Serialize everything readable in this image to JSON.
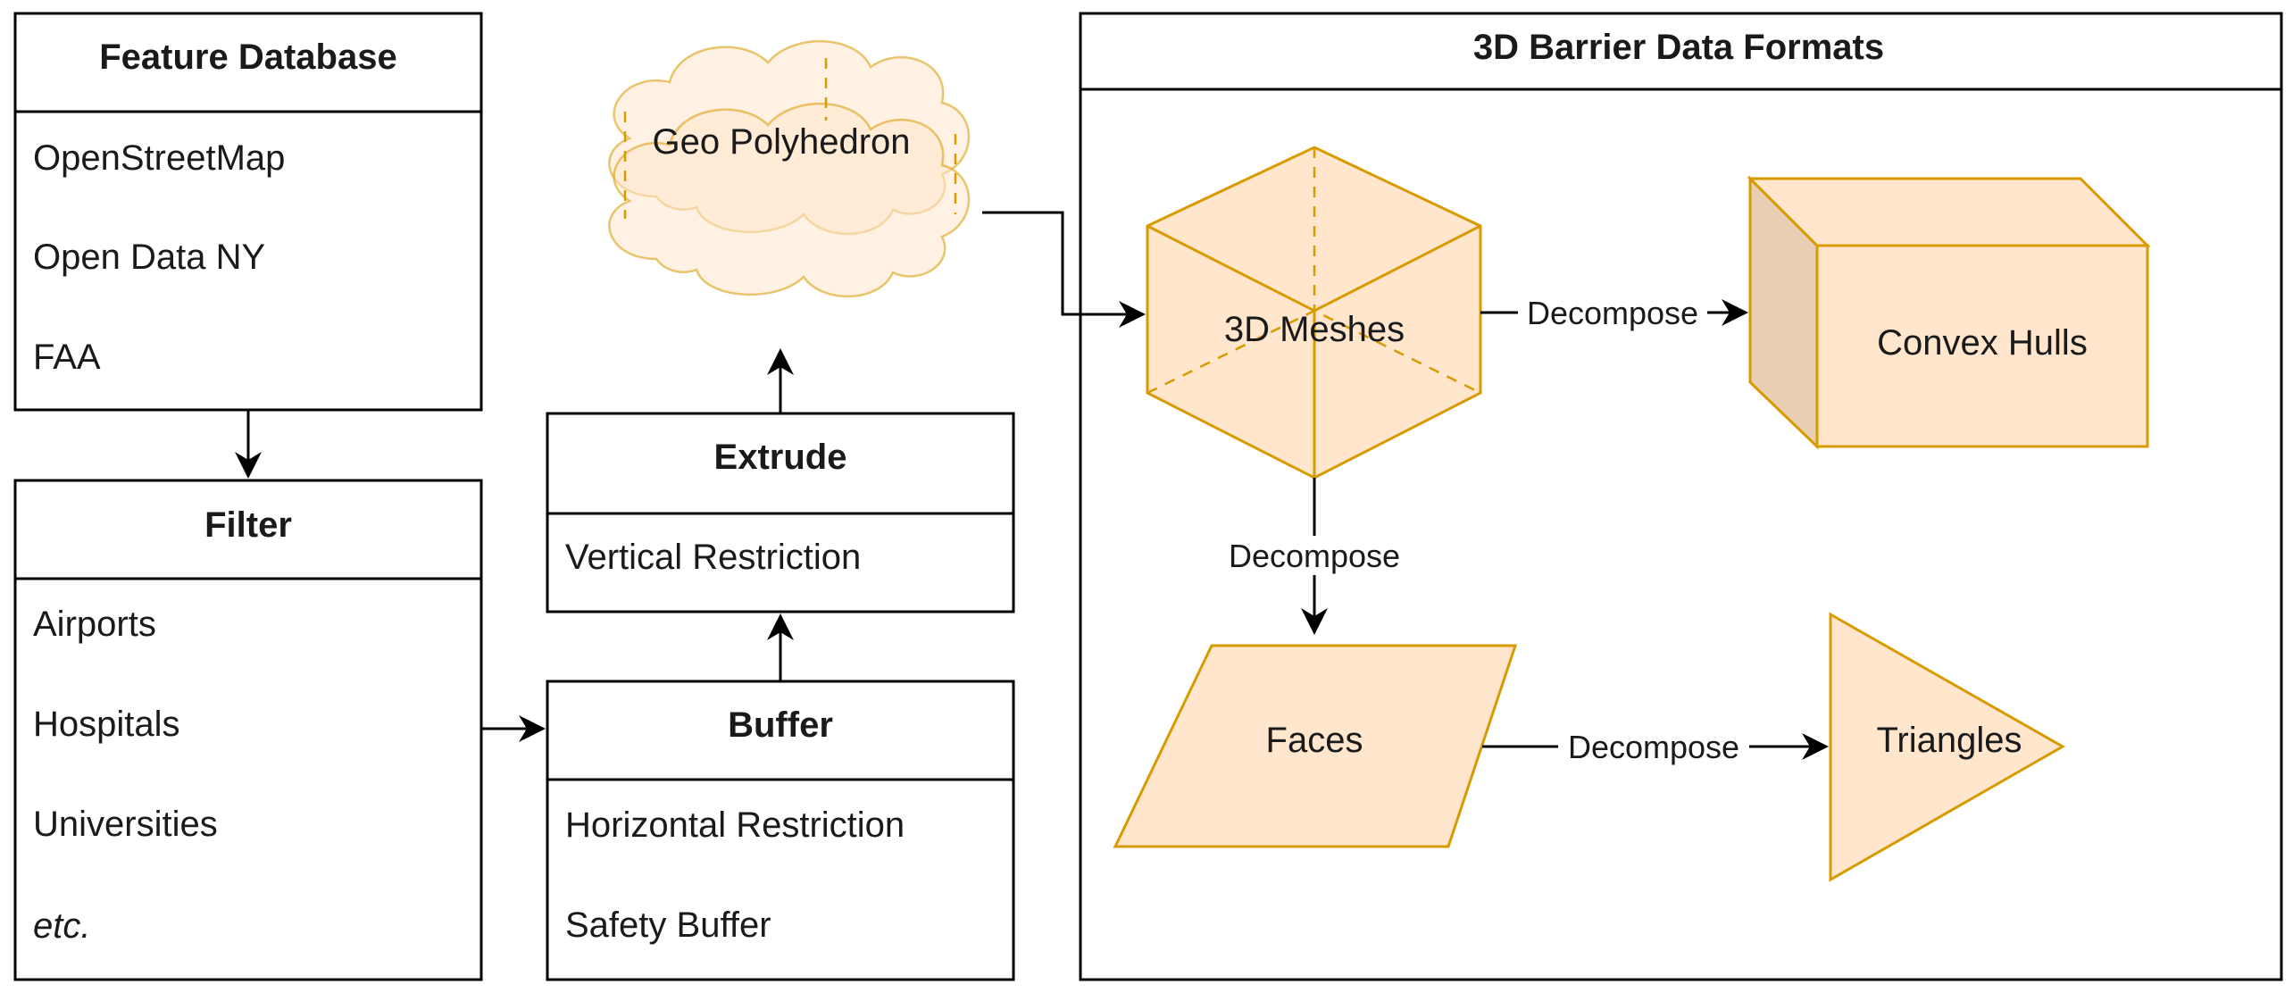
{
  "feature_database": {
    "title": "Feature Database",
    "items": [
      "OpenStreetMap",
      "Open Data NY",
      "FAA"
    ]
  },
  "filter": {
    "title": "Filter",
    "items": [
      "Airports",
      "Hospitals",
      "Universities",
      "etc."
    ]
  },
  "buffer": {
    "title": "Buffer",
    "items": [
      "Horizontal Restriction",
      "Safety Buffer"
    ]
  },
  "extrude": {
    "title": "Extrude",
    "items": [
      "Vertical Restriction"
    ]
  },
  "geo_polyhedron": {
    "label": "Geo Polyhedron"
  },
  "formats": {
    "title": "3D Barrier Data Formats",
    "meshes": "3D Meshes",
    "convex_hulls": "Convex Hulls",
    "faces": "Faces",
    "triangles": "Triangles"
  },
  "edges": {
    "meshes_to_hulls": "Decompose",
    "meshes_to_faces": "Decompose",
    "faces_to_triangles": "Decompose"
  },
  "colors": {
    "shape_fill": "#ffe6cc",
    "shape_stroke": "#d79b00",
    "line": "#000000"
  }
}
